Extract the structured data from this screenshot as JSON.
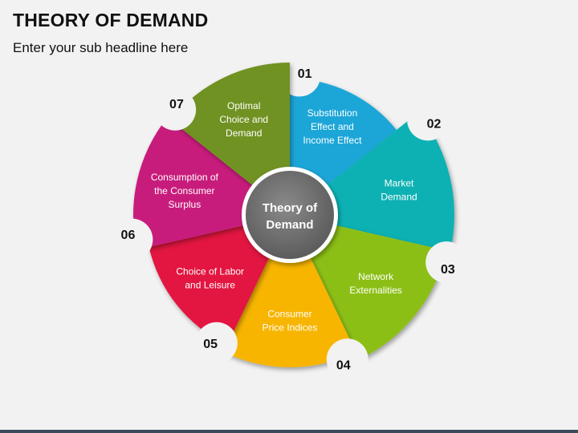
{
  "header": {
    "title": "THEORY OF DEMAND",
    "subtitle": "Enter your sub headline here"
  },
  "center": {
    "lines": [
      "Theory of",
      "Demand"
    ],
    "color": "#6e6e6e"
  },
  "segments": [
    {
      "number": "01",
      "lines": [
        "Substitution",
        "Effect and",
        "Income Effect"
      ],
      "color": "#1aa6d8"
    },
    {
      "number": "02",
      "lines": [
        "Market",
        "Demand"
      ],
      "color": "#0db1b3"
    },
    {
      "number": "03",
      "lines": [
        "Network",
        "Externalities"
      ],
      "color": "#8cbf12"
    },
    {
      "number": "04",
      "lines": [
        "Consumer",
        "Price Indices"
      ],
      "color": "#f7b500"
    },
    {
      "number": "05",
      "lines": [
        "Choice of Labor",
        "and Leisure"
      ],
      "color": "#e2183f"
    },
    {
      "number": "06",
      "lines": [
        "Consumption of",
        "the Consumer",
        "Surplus"
      ],
      "color": "#c81a7b"
    },
    {
      "number": "07",
      "lines": [
        "Optimal",
        "Choice and",
        "Demand"
      ],
      "color": "#6f9221"
    }
  ]
}
